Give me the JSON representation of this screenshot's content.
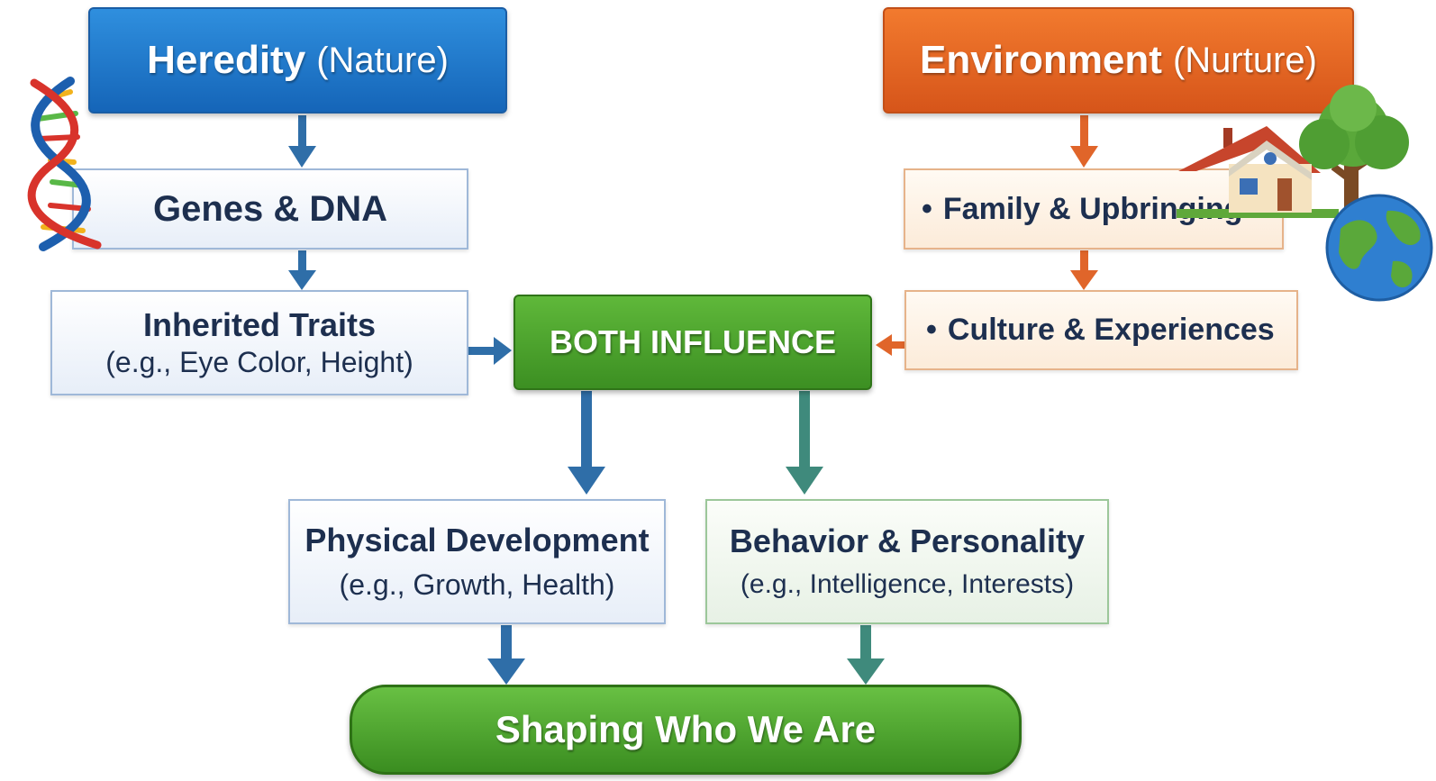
{
  "heredity": {
    "title": "Heredity",
    "subtitle": "(Nature)"
  },
  "environment": {
    "title": "Environment",
    "subtitle": "(Nurture)"
  },
  "genes": {
    "label": "Genes & DNA"
  },
  "traits": {
    "line1": "Inherited Traits",
    "line2": "(e.g., Eye Color, Height)"
  },
  "family": {
    "bullet": "•",
    "label": "Family & Upbringing"
  },
  "culture": {
    "bullet": "•",
    "label": "Culture & Experiences"
  },
  "both": {
    "label": "BOTH INFLUENCE"
  },
  "physical": {
    "line1": "Physical Development",
    "line2": "(e.g., Growth, Health)"
  },
  "behavior": {
    "line1": "Behavior & Personality",
    "line2": "(e.g., Intelligence, Interests)"
  },
  "result": {
    "label": "Shaping Who We Are"
  },
  "colors": {
    "heredity_blue": "#1f78c9",
    "environment_orange": "#e8652a",
    "influence_green": "#4ca62c",
    "arrow_blue": "#2f6ea8",
    "arrow_teal": "#3f8a7c",
    "arrow_orange": "#e0652a"
  },
  "icons": [
    "dna-icon",
    "house-icon",
    "tree-icon",
    "globe-icon"
  ]
}
